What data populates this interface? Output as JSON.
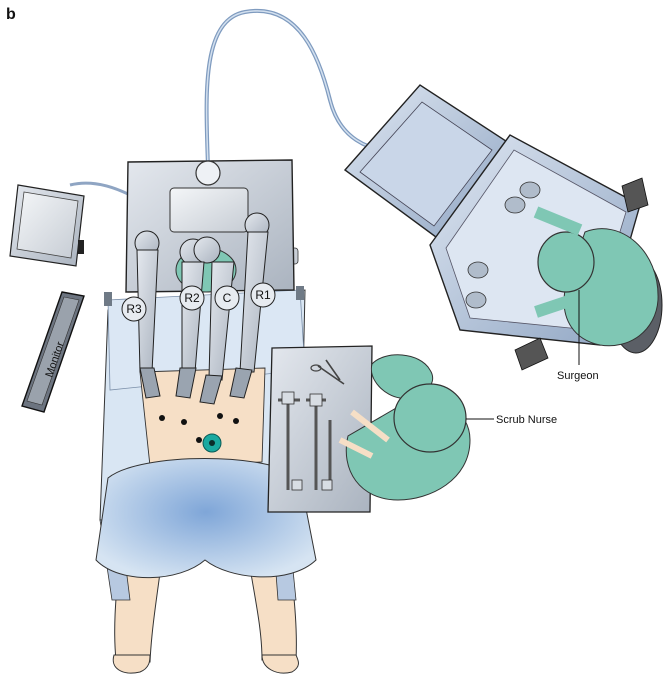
{
  "figure": {
    "panel_letter": "b",
    "labels": {
      "monitor": "Monitor",
      "surgeon": "Surgeon",
      "scrub_nurse": "Scrub Nurse",
      "arm_r3": "R3",
      "arm_r2": "R2",
      "arm_c": "C",
      "arm_r1": "R1"
    },
    "colors": {
      "drape_blue": "#c9dcee",
      "drape_dark": "#8fb0d8",
      "equipment_grey": "#c5ccd6",
      "console_blue": "#a9bbd3",
      "scrubs_green": "#7fc7b4",
      "skin": "#f6dfc6",
      "port_teal": "#1aa9a0"
    }
  }
}
